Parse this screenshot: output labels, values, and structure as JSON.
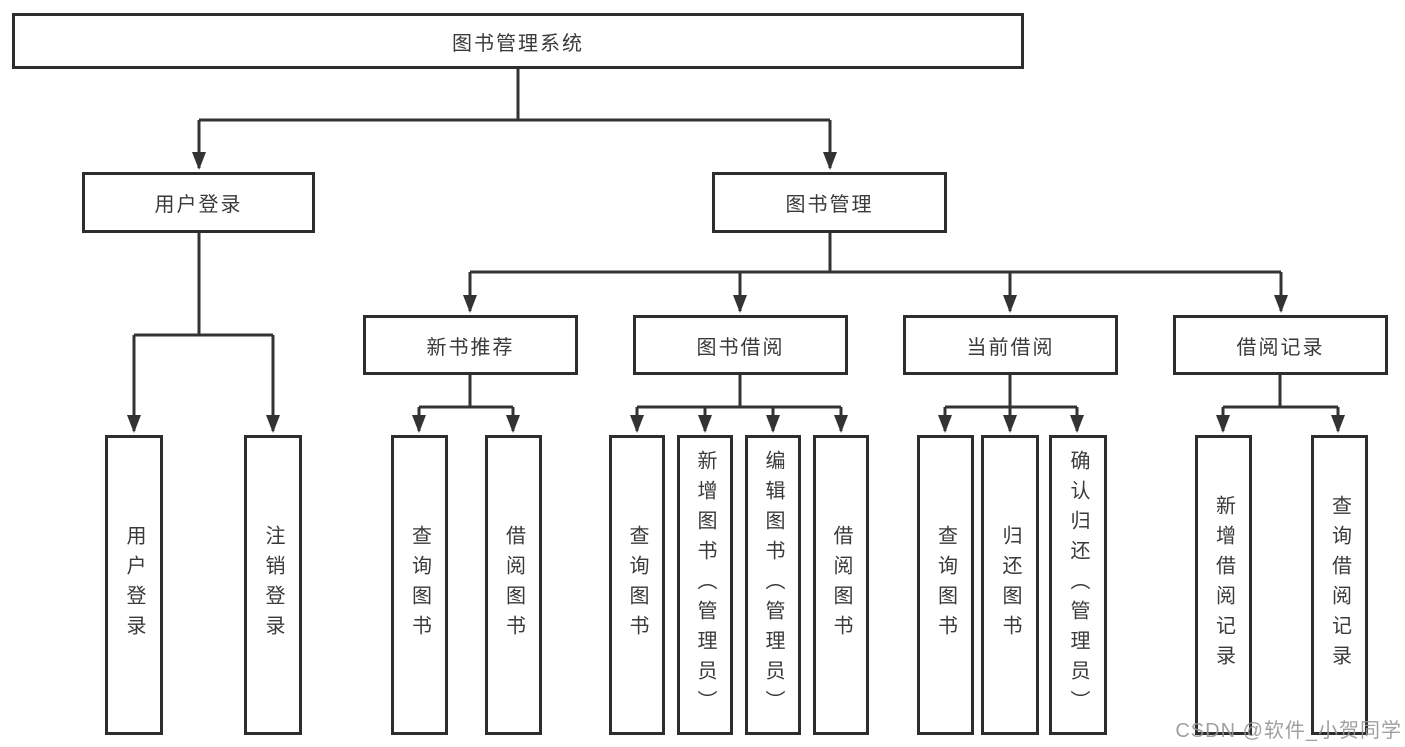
{
  "diagram": {
    "type": "tree",
    "tree": {
      "label": "图书管理系统",
      "children": [
        {
          "label": "用户登录",
          "children": [
            {
              "label": "用户登录"
            },
            {
              "label": "注销登录"
            }
          ]
        },
        {
          "label": "图书管理",
          "children": [
            {
              "label": "新书推荐",
              "children": [
                {
                  "label": "查询图书"
                },
                {
                  "label": "借阅图书"
                }
              ]
            },
            {
              "label": "图书借阅",
              "children": [
                {
                  "label": "查询图书"
                },
                {
                  "label": "新增图书（管理员）"
                },
                {
                  "label": "编辑图书（管理员）"
                },
                {
                  "label": "借阅图书"
                }
              ]
            },
            {
              "label": "当前借阅",
              "children": [
                {
                  "label": "查询图书"
                },
                {
                  "label": "归还图书"
                },
                {
                  "label": "确认归还（管理员）"
                }
              ]
            },
            {
              "label": "借阅记录",
              "children": [
                {
                  "label": "新增借阅记录"
                },
                {
                  "label": "查询借阅记录"
                }
              ]
            }
          ]
        }
      ]
    },
    "colors": {
      "line": "#333333",
      "box_border": "#2d2d2d",
      "text": "#3a3a3a",
      "watermark": "#969696",
      "background": "#ffffff"
    }
  },
  "watermark": {
    "text": "CSDN @软件_小贺同学"
  }
}
